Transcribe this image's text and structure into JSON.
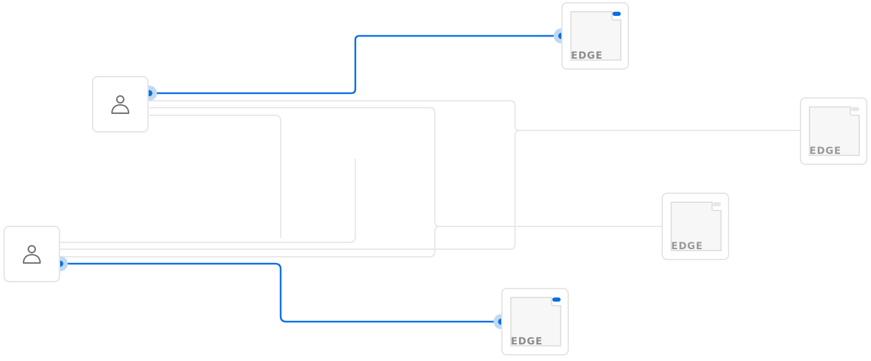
{
  "colors": {
    "active": "#0b6fe3",
    "active_halo": "#bfd9f5",
    "inactive_line": "#e9e9e9",
    "card_border": "#e6e6e6",
    "label": "#9a9a9a",
    "led_active": "#0b6fe3",
    "led_inactive": "#e6e6e6"
  },
  "users": [
    {
      "id": "user-1",
      "icon": "user-icon"
    },
    {
      "id": "user-2",
      "icon": "user-icon"
    }
  ],
  "devices": [
    {
      "id": "edge-1",
      "label": "EDGE",
      "status": "active"
    },
    {
      "id": "edge-2",
      "label": "EDGE",
      "status": "inactive"
    },
    {
      "id": "edge-3",
      "label": "EDGE",
      "status": "inactive"
    },
    {
      "id": "edge-4",
      "label": "EDGE",
      "status": "active"
    }
  ],
  "connections": [
    {
      "from": "user-1",
      "to": "edge-1",
      "active": true
    },
    {
      "from": "user-1",
      "to": "edge-2",
      "active": false
    },
    {
      "from": "user-1",
      "to": "edge-3",
      "active": false
    },
    {
      "from": "user-1",
      "to": "edge-4",
      "active": false
    },
    {
      "from": "user-2",
      "to": "edge-1",
      "active": false
    },
    {
      "from": "user-2",
      "to": "edge-2",
      "active": false
    },
    {
      "from": "user-2",
      "to": "edge-3",
      "active": false
    },
    {
      "from": "user-2",
      "to": "edge-4",
      "active": true
    }
  ]
}
